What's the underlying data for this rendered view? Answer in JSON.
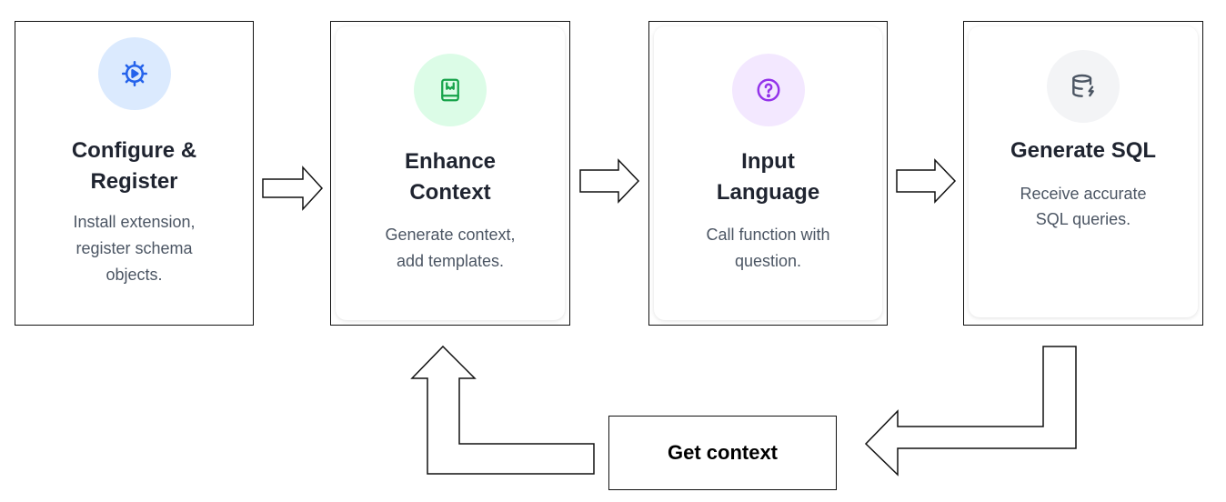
{
  "steps": [
    {
      "title_lines": [
        "Configure &",
        "Register"
      ],
      "desc_lines": [
        "Install extension,",
        "register schema",
        "objects."
      ],
      "icon": "gear-play-icon",
      "icon_bg": "#dbeafe",
      "icon_color": "#2563eb"
    },
    {
      "title_lines": [
        "Enhance",
        "Context"
      ],
      "desc_lines": [
        "Generate context,",
        "add templates."
      ],
      "icon": "book-icon",
      "icon_bg": "#dcfce7",
      "icon_color": "#16a34a"
    },
    {
      "title_lines": [
        "Input",
        "Language"
      ],
      "desc_lines": [
        "Call function with",
        "question."
      ],
      "icon": "question-icon",
      "icon_bg": "#f3e8ff",
      "icon_color": "#9333ea"
    },
    {
      "title_lines": [
        "Generate SQL"
      ],
      "desc_lines": [
        "Receive accurate",
        "SQL queries."
      ],
      "icon": "database-bolt-icon",
      "icon_bg": "#f3f4f6",
      "icon_color": "#4b5563"
    }
  ],
  "feedback_box": {
    "label": "Get context"
  }
}
